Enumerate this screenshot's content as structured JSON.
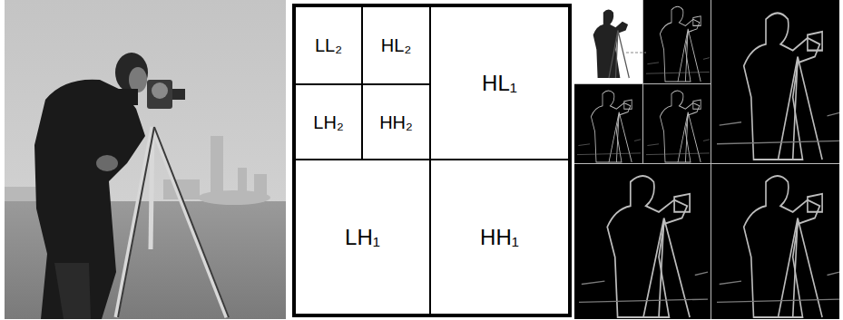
{
  "diagram": {
    "nodes": [
      {
        "text": [
          "LL₂"
        ]
      },
      {
        "text": [
          "HL₂"
        ]
      },
      {
        "text": [
          "LH₂"
        ]
      },
      {
        "text": [
          "HH₂"
        ]
      },
      {
        "text": [
          "HL₁"
        ]
      },
      {
        "text": [
          "LH₁"
        ]
      },
      {
        "text": [
          "HH₁"
        ]
      }
    ]
  }
}
